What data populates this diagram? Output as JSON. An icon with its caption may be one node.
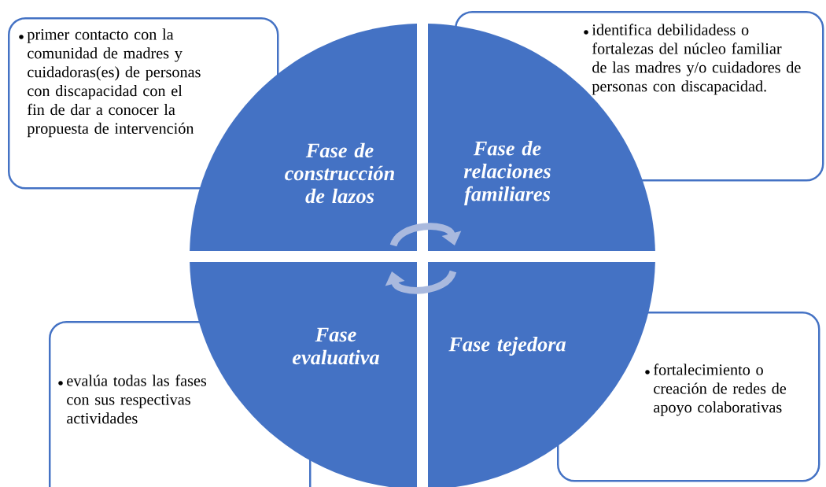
{
  "diagram": {
    "nodes": [
      {
        "text": [
          "Fase de construcción de lazos"
        ]
      },
      {
        "text": [
          "Fase de relaciones familiares"
        ]
      },
      {
        "text": [
          "Fase evaluativa"
        ]
      },
      {
        "text": [
          "Fase tejedora"
        ]
      },
      {
        "text": [
          "primer contacto con la comunidad de madres y cuidadoras(es) de personas con discapacidad con el fin de dar a conocer la propuesta de intervención"
        ]
      },
      {
        "text": [
          "identifica debilidadess o fortalezas del núcleo familiar de las madres y/o cuidadores de personas con discapacidad."
        ]
      },
      {
        "text": [
          "evalúa todas las fases con sus respectivas actividades"
        ]
      },
      {
        "text": [
          "fortalecimiento o creación de redes de apoyo colaborativas"
        ]
      }
    ],
    "edges": [
      {
        "from": 0,
        "to": 1,
        "arrow": "to"
      },
      {
        "from": 3,
        "to": 2,
        "arrow": "to"
      }
    ]
  }
}
